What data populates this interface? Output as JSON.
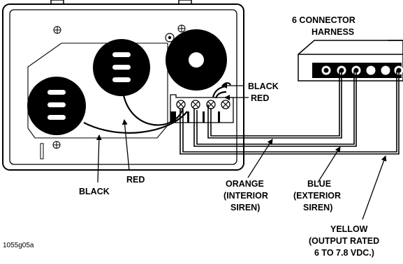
{
  "harness": {
    "line1": "6 CONNECTOR",
    "line2": "HARNESS"
  },
  "wires": {
    "black_top": "BLACK",
    "red_top": "RED",
    "red_bottom": "RED",
    "black_bottom": "BLACK",
    "orange": [
      "ORANGE",
      "(INTERIOR",
      "SIREN)"
    ],
    "blue": [
      "BLUE",
      "(EXTERIOR",
      "SIREN)"
    ],
    "yellow": [
      "YELLOW",
      "(OUTPUT RATED",
      "6 TO 7.8 VDC.)"
    ]
  },
  "figure_code": "1055g05a"
}
